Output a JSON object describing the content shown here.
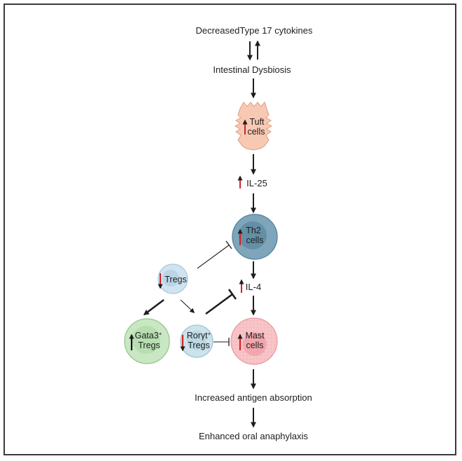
{
  "nodes": {
    "cytokines": "DecreasedType 17 cytokines",
    "dysbiosis": "Intestinal Dysbiosis",
    "il25": "IL-25",
    "il4": "IL-4",
    "antigen": "Increased antigen absorption",
    "anaphylaxis": "Enhanced oral anaphylaxis"
  },
  "cells": {
    "tuft": {
      "line1": "Tuft",
      "line2": "cells",
      "change": "up"
    },
    "th2": {
      "line1": "Th2",
      "line2": "cells",
      "change": "up"
    },
    "tregs": {
      "line1": "Tregs",
      "change": "down"
    },
    "gata3": {
      "line1": "Gata3",
      "sup": "+",
      "line2": "Tregs",
      "change": "up"
    },
    "rorgt": {
      "line1": "Rorγt",
      "sup": "+",
      "line2": "Tregs",
      "change": "down"
    },
    "mast": {
      "line1": "Mast",
      "line2": "cells",
      "change": "up"
    }
  },
  "colors": {
    "up_red": "#d3222a",
    "down_red": "#d3222a",
    "up_black": "#111111",
    "tuft_fill": "#f7c9b3",
    "th2_outer": "#7aa3b8",
    "th2_inner": "#5d8aa1",
    "tregs_fill": "#c9e1ef",
    "gata3_fill": "#c6e6c1",
    "rorgt_fill": "#c9e1ea",
    "mast_fill": "#f6c3c6",
    "mast_inner": "#eea2a8"
  }
}
